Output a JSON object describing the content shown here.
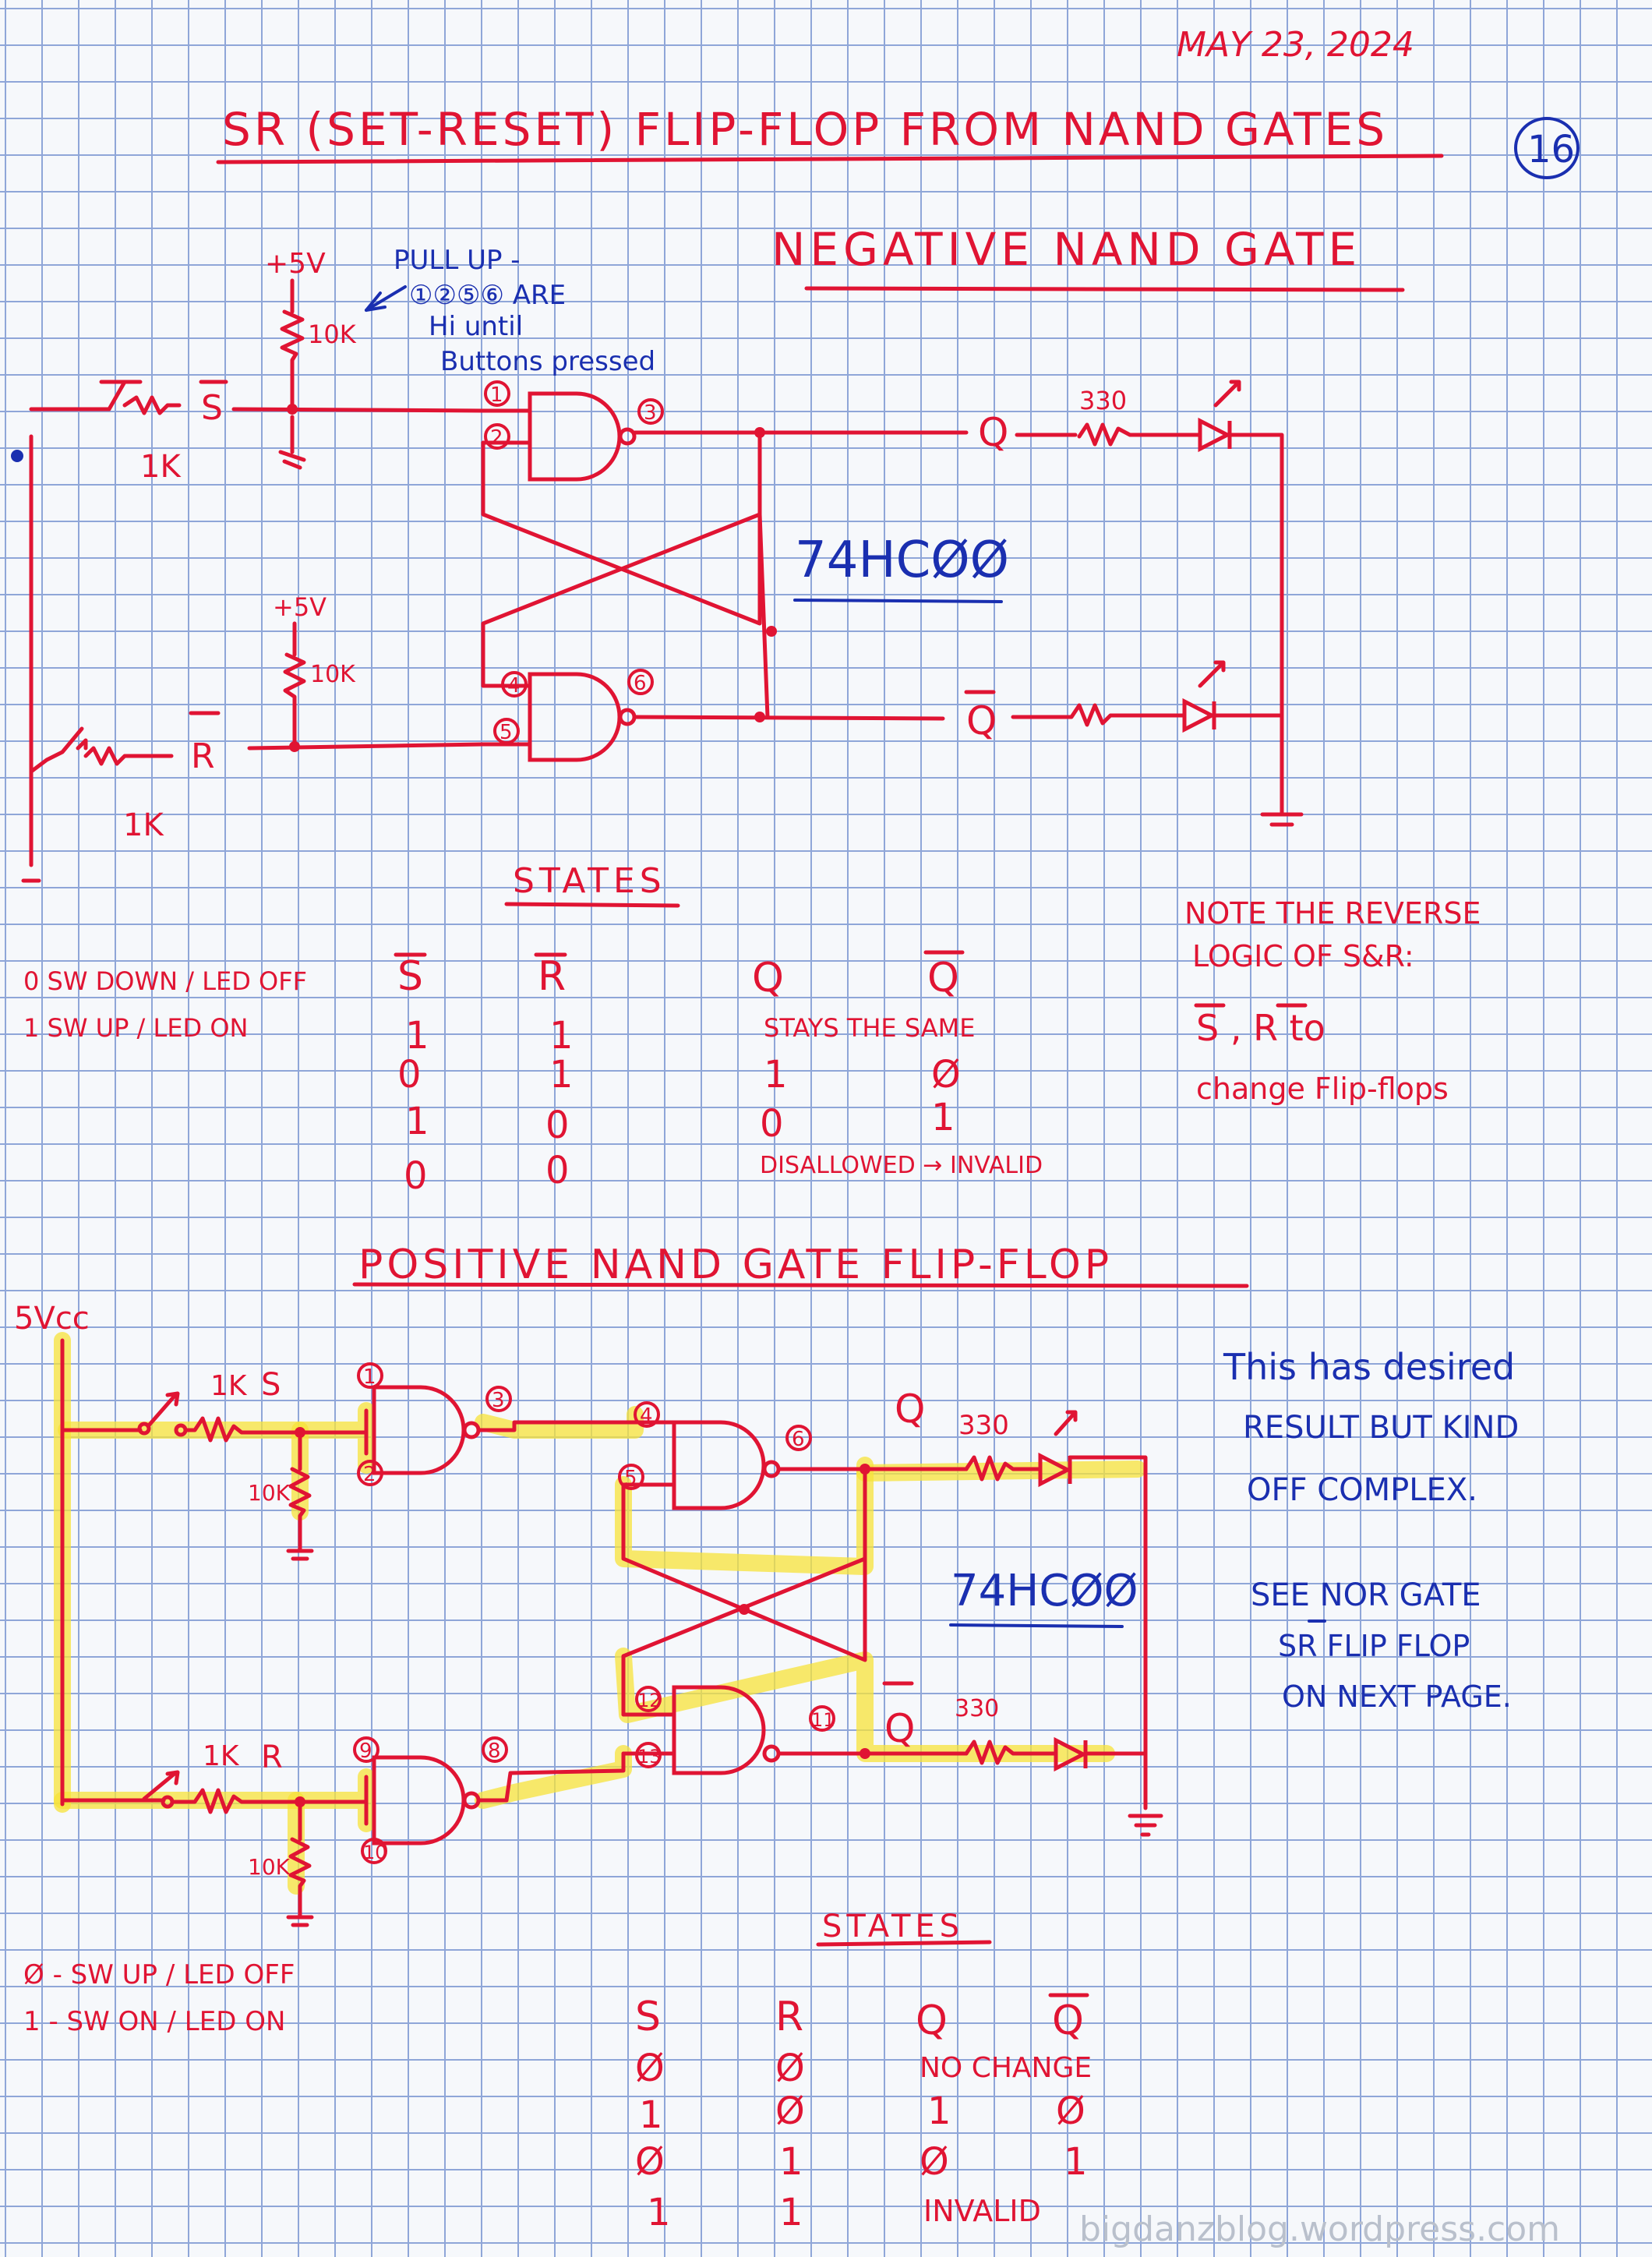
{
  "header": {
    "date": "MAY 23, 2024",
    "title": "SR (SET-RESET) FLIP-FLOP FROM NAND GATES",
    "page_number": "16"
  },
  "section1": {
    "title": "NEGATIVE NAND GATE",
    "chip_label": "74HCØØ",
    "pullup_note": [
      "PULL UP -",
      "①②⑤⑥ ARE",
      "Hi until",
      "Buttons pressed"
    ],
    "labels": {
      "vcc_top": "+5V",
      "vcc_bottom": "+5V",
      "r_top": "10K",
      "r_bottom": "10K",
      "sw_top_r": "1K",
      "sw_bottom_r": "1K",
      "s_bar": "S",
      "r_bar": "R",
      "q": "Q",
      "q_bar": "Q",
      "led_r": "330"
    },
    "pins": [
      "1",
      "2",
      "3",
      "4",
      "5",
      "6"
    ],
    "note": [
      "NOTE THE REVERSE",
      "LOGIC OF S&R:",
      "S , R to",
      "change Flip-flops"
    ],
    "states": {
      "title": "STATES",
      "legend": [
        "0 SW DOWN / LED OFF",
        "1 SW UP / LED ON"
      ],
      "headers": [
        "S",
        "R",
        "Q",
        "Q"
      ],
      "rows": [
        [
          "1",
          "1",
          "STAYS THE SAME",
          ""
        ],
        [
          "0",
          "1",
          "1",
          "Ø"
        ],
        [
          "1",
          "0",
          "0",
          "1"
        ],
        [
          "0",
          "0",
          "DISALLOWED → INVALID",
          ""
        ]
      ]
    }
  },
  "section2": {
    "title": "POSITIVE NAND GATE FLIP-FLOP",
    "chip_label": "74HCØØ",
    "labels": {
      "vcc": "5Vcc",
      "s_r": "1K",
      "s": "S",
      "r_r": "1K",
      "r": "R",
      "pd_top": "10K",
      "pd_bottom": "10K",
      "q": "Q",
      "q_bar": "Q",
      "led_top": "330",
      "led_bottom": "330"
    },
    "pins": [
      "1",
      "2",
      "3",
      "4",
      "5",
      "6",
      "9",
      "10",
      "8",
      "12",
      "13",
      "11"
    ],
    "note": [
      "This has desired",
      "RESULT BUT KIND",
      "OFF COMPLEX.",
      "SEE NOR GATE",
      "SR FLIP FLOP",
      "ON NEXT PAGE."
    ],
    "states": {
      "title": "STATES",
      "legend": [
        "Ø - SW UP / LED OFF",
        "1 - SW ON / LED ON"
      ],
      "headers": [
        "S",
        "R",
        "Q",
        "Q"
      ],
      "rows": [
        [
          "Ø",
          "Ø",
          "NO CHANGE",
          ""
        ],
        [
          "1",
          "Ø",
          "1",
          "Ø"
        ],
        [
          "Ø",
          "1",
          "Ø",
          "1"
        ],
        [
          "1",
          "1",
          "INVALID",
          ""
        ]
      ]
    }
  },
  "watermark": "bigdanzblog.wordpress.com",
  "colors": {
    "ink_red": "#e01433",
    "ink_blue": "#1a2fb0",
    "highlighter": "#f7e33a",
    "grid": "#8fa6d8"
  }
}
